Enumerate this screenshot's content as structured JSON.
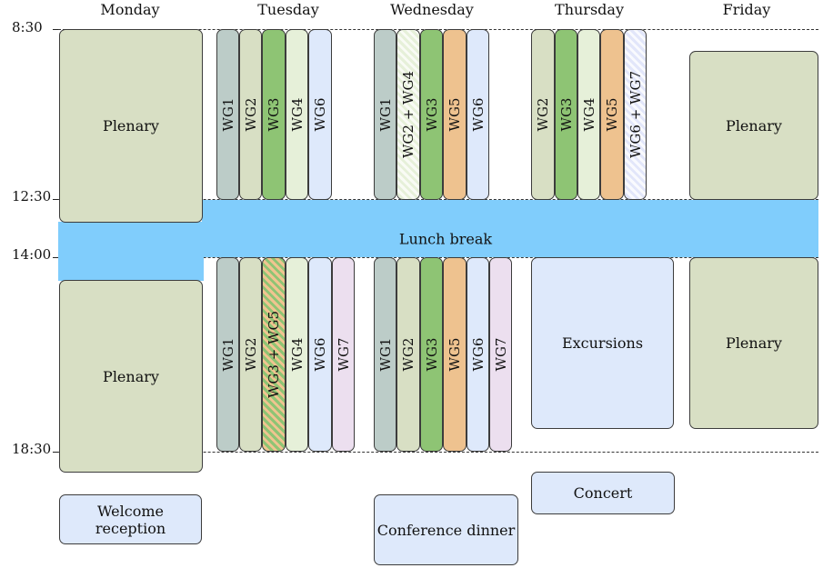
{
  "colors": {
    "plenary": "#d8dfc4",
    "event": "#dee9fb",
    "lunch": "#80cdfc",
    "wg": {
      "WG1": "#bcccc8",
      "WG2": "#d8dfc4",
      "WG3": "#8ec474",
      "WG4": "#e6f0d9",
      "WG5": "#eec28f",
      "WG6": "#dee9fb",
      "WG7": "#ecdfef"
    }
  },
  "days": [
    "Monday",
    "Tuesday",
    "Wednesday",
    "Thursday",
    "Friday"
  ],
  "times": [
    "8:30",
    "12:30",
    "14:00",
    "18:30"
  ],
  "lunch_label": "Lunch break",
  "plenary_label": "Plenary",
  "excursions_label": "Excursions",
  "events": {
    "welcome": "Welcome reception",
    "dinner": "Conference dinner",
    "concert": "Concert"
  },
  "sessions": {
    "tuesday_morning": [
      "WG1",
      "WG2",
      "WG3",
      "WG4",
      "WG6"
    ],
    "tuesday_afternoon": [
      "WG1",
      "WG2",
      "WG3 + WG5",
      "WG4",
      "WG6",
      "WG7"
    ],
    "wednesday_morning": [
      "WG1",
      "WG2 + WG4",
      "WG3",
      "WG5",
      "WG6"
    ],
    "wednesday_afternoon": [
      "WG1",
      "WG2",
      "WG3",
      "WG5",
      "WG6",
      "WG7"
    ],
    "thursday_morning": [
      "WG2",
      "WG3",
      "WG4",
      "WG5",
      "WG6 + WG7"
    ]
  }
}
